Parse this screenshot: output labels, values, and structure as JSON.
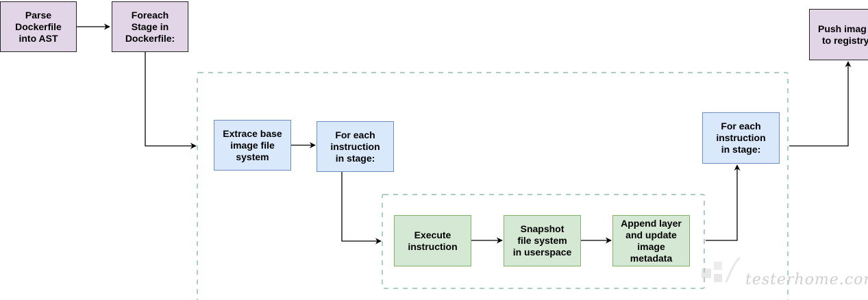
{
  "nodes": {
    "parse": {
      "lines": [
        "Parse",
        "Dockerfile",
        "into AST"
      ]
    },
    "foreach_stage": {
      "lines": [
        "Foreach",
        "Stage in",
        "Dockerfile:"
      ]
    },
    "extract_base": {
      "lines": [
        "Extrace base",
        "image file",
        "system"
      ]
    },
    "for_each_instruction": {
      "lines": [
        "For each",
        "instruction",
        "in stage:"
      ]
    },
    "execute": {
      "lines": [
        "Execute",
        "instruction"
      ]
    },
    "snapshot": {
      "lines": [
        "Snapshot",
        "file system",
        "in userspace"
      ]
    },
    "append_layer": {
      "lines": [
        "Append layer",
        "and update",
        "image",
        "metadata"
      ]
    },
    "for_each_instruction_end": {
      "lines": [
        "For each",
        "instruction",
        "in stage:"
      ]
    },
    "push": {
      "lines": [
        "Push imag",
        "to registry"
      ]
    }
  },
  "watermark": {
    "text": "testerhome.com"
  },
  "colors": {
    "purple_fill": "#e1d5e7",
    "blue_fill": "#dae8fc",
    "green_fill": "#d5e8d4",
    "group_border": "#a9cfc1",
    "edge": "#000000"
  }
}
